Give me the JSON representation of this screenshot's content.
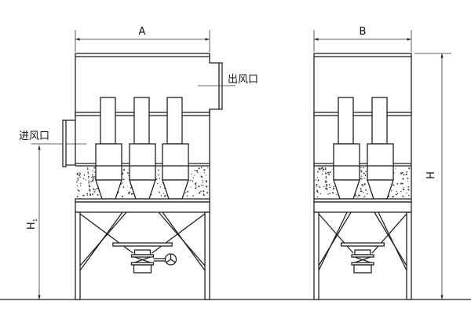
{
  "drawing": {
    "front_view": {
      "width_dim_label": "A",
      "height_dim_label": "H",
      "height_dim_subscript": "1",
      "outlet_label": "出风口",
      "inlet_label": "进风口",
      "cyclone_count": 3
    },
    "side_view": {
      "width_dim_label": "B",
      "height_dim_label": "H",
      "cyclone_count": 2
    },
    "colors": {
      "line": "#222222",
      "background": "#ffffff"
    }
  }
}
